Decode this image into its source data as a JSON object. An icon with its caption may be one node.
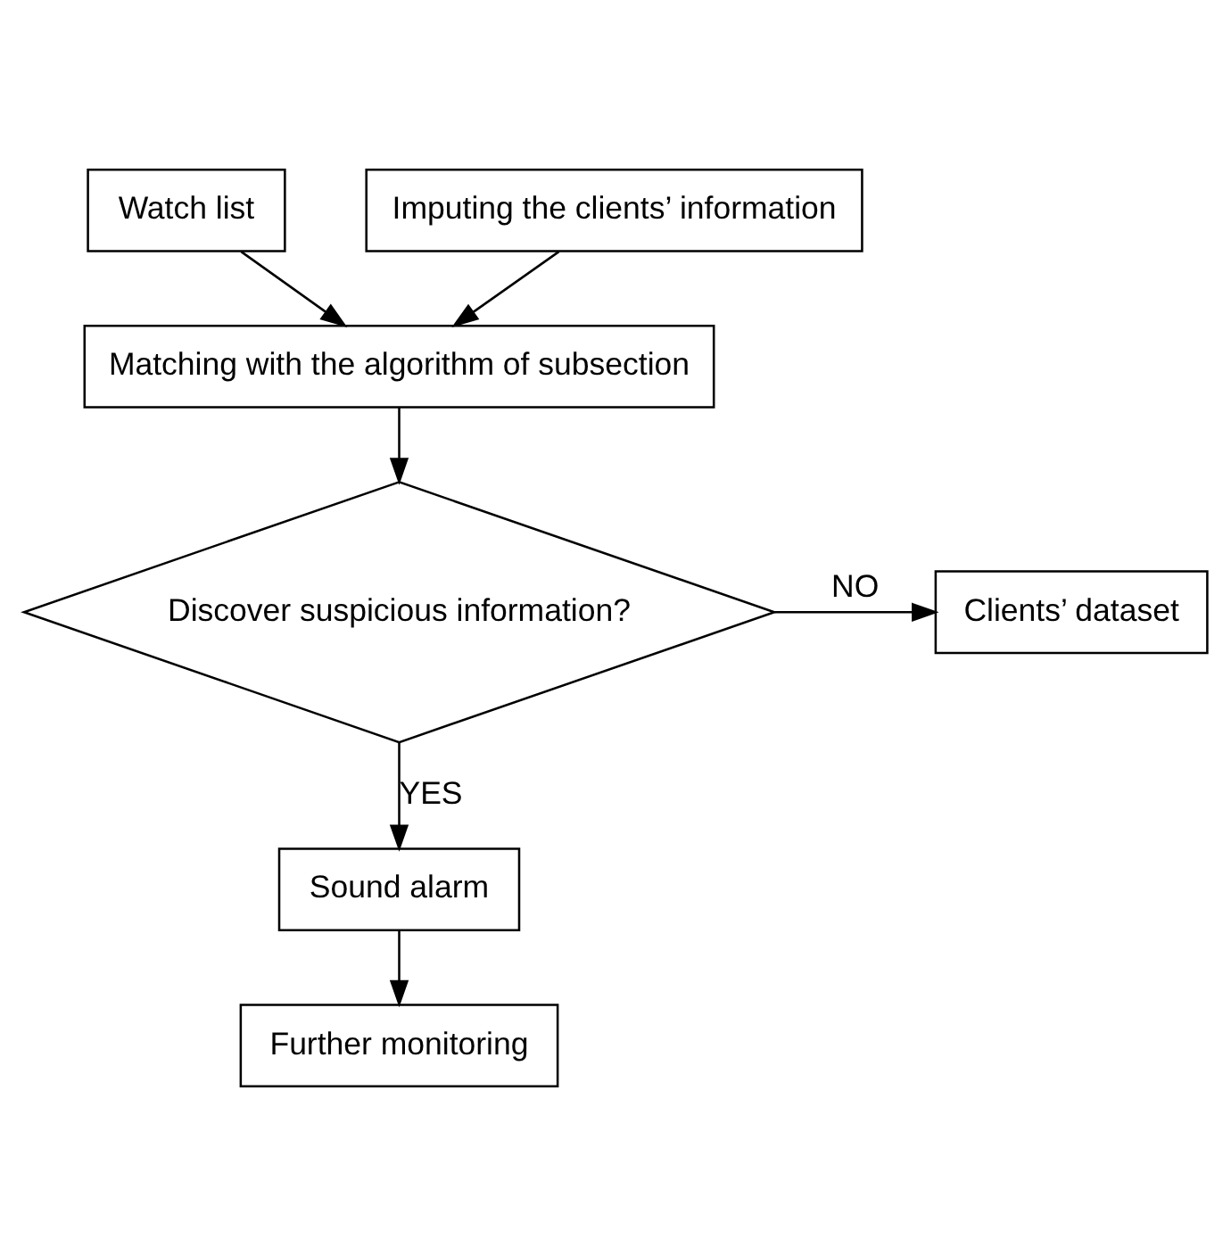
{
  "diagram": {
    "nodes": [
      {
        "text": [
          "Watch list"
        ]
      },
      {
        "text": [
          "Imputing the clients’ information"
        ]
      },
      {
        "text": [
          "Matching with the algorithm of subsection"
        ]
      },
      {
        "text": [
          "Discover suspicious information?"
        ]
      },
      {
        "text": [
          "Clients’ dataset"
        ]
      },
      {
        "text": [
          "Sound alarm"
        ]
      },
      {
        "text": [
          "Further monitoring"
        ]
      }
    ],
    "edges": [
      {
        "from": 0,
        "to": 2,
        "arrow": "to"
      },
      {
        "from": 1,
        "to": 2,
        "arrow": "to"
      },
      {
        "from": 2,
        "to": 3,
        "arrow": "to"
      },
      {
        "from": 3,
        "to": 4,
        "arrow": "to",
        "label": "NO"
      },
      {
        "from": 3,
        "to": 5,
        "arrow": "to",
        "label": "YES"
      },
      {
        "from": 5,
        "to": 6,
        "arrow": "to"
      }
    ]
  }
}
